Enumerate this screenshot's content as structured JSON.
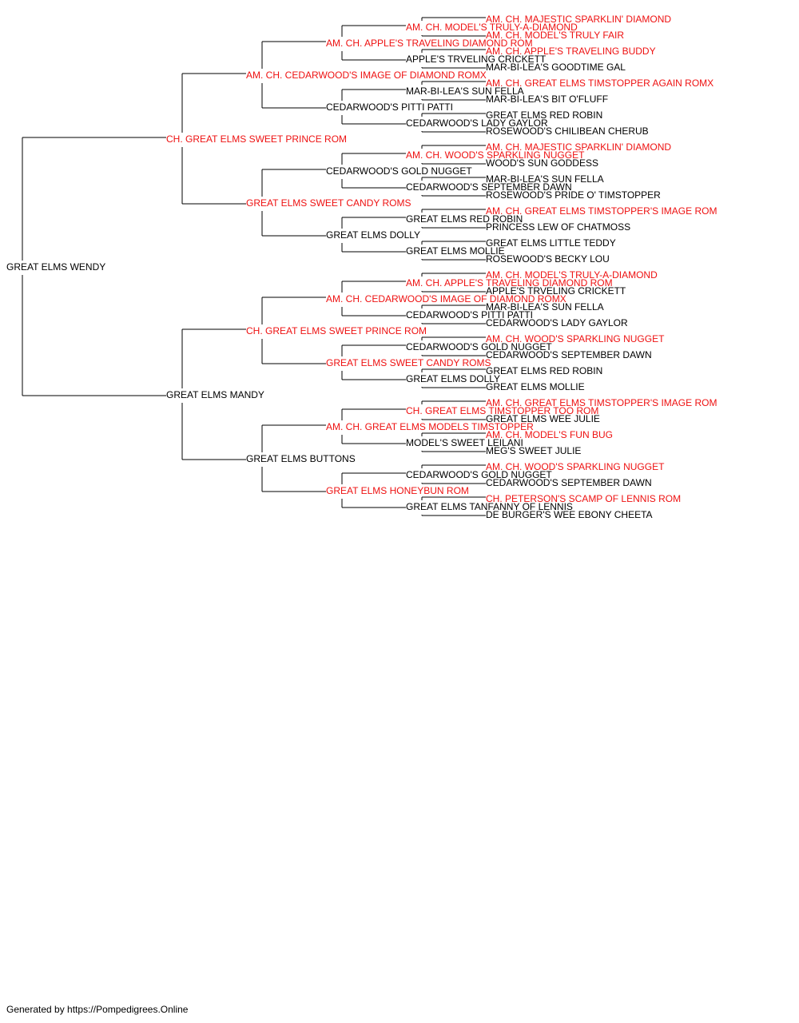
{
  "colors": {
    "titled": "#ee1111",
    "plain": "#000000",
    "line": "#000000"
  },
  "pedigree": {
    "name": "GREAT ELMS WENDY",
    "titled": false,
    "sire": {
      "name": "CH. GREAT ELMS SWEET PRINCE ROM",
      "titled": true,
      "sire": {
        "name": "AM. CH. CEDARWOOD'S IMAGE OF DIAMOND ROMX",
        "titled": true,
        "sire": {
          "name": "AM. CH. APPLE'S TRAVELING DIAMOND ROM",
          "titled": true,
          "sire": {
            "name": "AM. CH. MODEL'S TRULY-A-DIAMOND",
            "titled": true,
            "sire": {
              "name": "AM. CH. MAJESTIC SPARKLIN' DIAMOND",
              "titled": true
            },
            "dam": {
              "name": "AM. CH. MODEL'S TRULY FAIR",
              "titled": true
            }
          },
          "dam": {
            "name": "APPLE'S TRVELING CRICKETT",
            "titled": false,
            "sire": {
              "name": "AM. CH. APPLE'S TRAVELING BUDDY",
              "titled": true
            },
            "dam": {
              "name": "MAR-BI-LEA'S GOODTIME GAL",
              "titled": false
            }
          }
        },
        "dam": {
          "name": "CEDARWOOD'S PITTI PATTI",
          "titled": false,
          "sire": {
            "name": "MAR-BI-LEA'S SUN FELLA",
            "titled": false,
            "sire": {
              "name": "AM. CH. GREAT ELMS TIMSTOPPER AGAIN ROMX",
              "titled": true
            },
            "dam": {
              "name": "MAR-BI-LEA'S BIT O'FLUFF",
              "titled": false
            }
          },
          "dam": {
            "name": "CEDARWOOD'S LADY GAYLOR",
            "titled": false,
            "sire": {
              "name": "GREAT ELMS RED ROBIN",
              "titled": false
            },
            "dam": {
              "name": "ROSEWOOD'S CHILIBEAN CHERUB",
              "titled": false
            }
          }
        }
      },
      "dam": {
        "name": "GREAT ELMS SWEET CANDY ROMS",
        "titled": true,
        "sire": {
          "name": "CEDARWOOD'S GOLD NUGGET",
          "titled": false,
          "sire": {
            "name": "AM. CH. WOOD'S SPARKLING NUGGET",
            "titled": true,
            "sire": {
              "name": "AM. CH. MAJESTIC SPARKLIN' DIAMOND",
              "titled": true
            },
            "dam": {
              "name": "WOOD'S SUN GODDESS",
              "titled": false
            }
          },
          "dam": {
            "name": "CEDARWOOD'S SEPTEMBER DAWN",
            "titled": false,
            "sire": {
              "name": "MAR-BI-LEA'S SUN FELLA",
              "titled": false
            },
            "dam": {
              "name": "ROSEWOOD'S PRIDE O' TIMSTOPPER",
              "titled": false
            }
          }
        },
        "dam": {
          "name": "GREAT ELMS DOLLY",
          "titled": false,
          "sire": {
            "name": "GREAT ELMS RED ROBIN",
            "titled": false,
            "sire": {
              "name": "AM. CH. GREAT ELMS TIMSTOPPER'S IMAGE ROM",
              "titled": true
            },
            "dam": {
              "name": "PRINCESS LEW OF CHATMOSS",
              "titled": false
            }
          },
          "dam": {
            "name": "GREAT ELMS MOLLIE",
            "titled": false,
            "sire": {
              "name": "GREAT ELMS LITTLE TEDDY",
              "titled": false
            },
            "dam": {
              "name": "ROSEWOOD'S BECKY LOU",
              "titled": false
            }
          }
        }
      }
    },
    "dam": {
      "name": "GREAT ELMS MANDY",
      "titled": false,
      "sire": {
        "name": "CH. GREAT ELMS SWEET PRINCE ROM",
        "titled": true,
        "sire": {
          "name": "AM. CH. CEDARWOOD'S IMAGE OF DIAMOND ROMX",
          "titled": true,
          "sire": {
            "name": "AM. CH. APPLE'S TRAVELING DIAMOND ROM",
            "titled": true,
            "sire": {
              "name": "AM. CH. MODEL'S TRULY-A-DIAMOND",
              "titled": true
            },
            "dam": {
              "name": "APPLE'S TRVELING CRICKETT",
              "titled": false
            }
          },
          "dam": {
            "name": "CEDARWOOD'S PITTI PATTI",
            "titled": false,
            "sire": {
              "name": "MAR-BI-LEA'S SUN FELLA",
              "titled": false
            },
            "dam": {
              "name": "CEDARWOOD'S LADY GAYLOR",
              "titled": false
            }
          }
        },
        "dam": {
          "name": "GREAT ELMS SWEET CANDY ROMS",
          "titled": true,
          "sire": {
            "name": "CEDARWOOD'S GOLD NUGGET",
            "titled": false,
            "sire": {
              "name": "AM. CH. WOOD'S SPARKLING NUGGET",
              "titled": true
            },
            "dam": {
              "name": "CEDARWOOD'S SEPTEMBER DAWN",
              "titled": false
            }
          },
          "dam": {
            "name": "GREAT ELMS DOLLY",
            "titled": false,
            "sire": {
              "name": "GREAT ELMS RED ROBIN",
              "titled": false
            },
            "dam": {
              "name": "GREAT ELMS MOLLIE",
              "titled": false
            }
          }
        }
      },
      "dam": {
        "name": "GREAT ELMS BUTTONS",
        "titled": false,
        "sire": {
          "name": "AM. CH. GREAT ELMS MODELS TIMSTOPPER",
          "titled": true,
          "sire": {
            "name": "CH. GREAT ELMS TIMSTOPPER TOO ROM",
            "titled": true,
            "sire": {
              "name": "AM. CH. GREAT ELMS TIMSTOPPER'S IMAGE ROM",
              "titled": true
            },
            "dam": {
              "name": "GREAT ELMS WEE JULIE",
              "titled": false
            }
          },
          "dam": {
            "name": "MODEL'S SWEET LEILANI",
            "titled": false,
            "sire": {
              "name": "AM. CH. MODEL'S FUN BUG",
              "titled": true
            },
            "dam": {
              "name": "MEG'S SWEET JULIE",
              "titled": false
            }
          }
        },
        "dam": {
          "name": "GREAT ELMS HONEYBUN ROM",
          "titled": true,
          "sire": {
            "name": "CEDARWOOD'S GOLD NUGGET",
            "titled": false,
            "sire": {
              "name": "AM. CH. WOOD'S SPARKLING NUGGET",
              "titled": true
            },
            "dam": {
              "name": "CEDARWOOD'S SEPTEMBER DAWN",
              "titled": false
            }
          },
          "dam": {
            "name": "GREAT ELMS TANFANNY OF LENNIS",
            "titled": false,
            "sire": {
              "name": "CH. PETERSON'S SCAMP OF LENNIS ROM",
              "titled": true
            },
            "dam": {
              "name": "DE BURGER'S WEE EBONY CHEETA",
              "titled": false
            }
          }
        }
      }
    }
  },
  "footer": {
    "text": "Generated by https://Pompedigrees.Online"
  }
}
